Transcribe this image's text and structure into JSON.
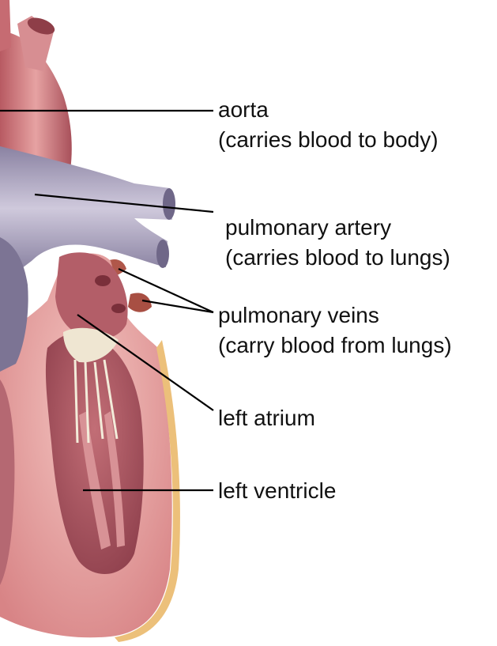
{
  "labels": {
    "aorta": {
      "name": "aorta",
      "desc": "(carries blood to body)"
    },
    "pulmonary_artery": {
      "name": "pulmonary artery",
      "desc": "(carries blood to lungs)"
    },
    "pulmonary_veins": {
      "name": "pulmonary veins",
      "desc": "(carry blood from lungs)"
    },
    "left_atrium": {
      "name": "left atrium"
    },
    "left_ventricle": {
      "name": "left ventricle"
    }
  },
  "colors": {
    "muscle": "#d98a8c",
    "muscle_dark": "#b85f66",
    "muscle_light": "#f0b8b6",
    "chamber": "#a85560",
    "vessel_purple": "#9b93b0",
    "vessel_purple_light": "#c9c3d8",
    "vessel_purple_dark": "#6f6788",
    "pulmonary_vein": "#b0574a",
    "fat_yellow": "#ecc07a",
    "valve": "#efe6d2",
    "leader_line": "#000000"
  }
}
